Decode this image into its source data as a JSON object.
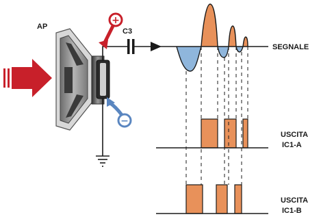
{
  "diagram": {
    "speaker_label": "AP",
    "capacitor_label": "C3",
    "signal_label": "SEGNALE",
    "output_a_label_line1": "USCITA",
    "output_a_label_line2": "IC1-A",
    "output_b_label_line1": "USCITA",
    "output_b_label_line2": "IC1-B",
    "plus_symbol": "+",
    "minus_symbol": "−"
  },
  "colors": {
    "sound_arrow": "#c8202a",
    "positive_lobe": "#e8915a",
    "negative_lobe": "#8fb6dc",
    "pulse_fill": "#e8915a",
    "plus_badge": "#c8202a",
    "minus_badge": "#5a86c0",
    "line": "#1a1a1a",
    "speaker_gray": "#8c8c8c"
  }
}
